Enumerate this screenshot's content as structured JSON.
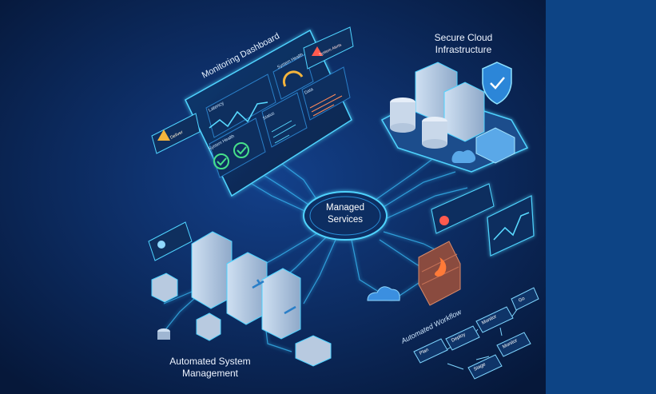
{
  "hub": {
    "line1": "Managed",
    "line2": "Services"
  },
  "cloud": {
    "line1": "Secure Cloud",
    "line2": "Infrastructure"
  },
  "system_mgmt": {
    "line1": "Automated System",
    "line2": "Management"
  },
  "dashboard": {
    "title": "Monitoring Dashboard",
    "latency": "Latency",
    "system_health": "System Health",
    "system_health_2": "System Health",
    "system_alerts": "System Alerts",
    "status": "Status",
    "data": "Data",
    "deploy_note": "Deliver"
  },
  "workflow": {
    "title": "Automated Workflow",
    "steps": {
      "plan": "Plan",
      "deploy": "Deploy",
      "monitor": "Monitor",
      "go": "Go",
      "stage": "Stage",
      "monitor2": "Monitor"
    }
  },
  "colors": {
    "background": "#0b2b5a",
    "panel": "#0d4485",
    "glow": "#39c6ff",
    "alert": "#ff5a4e",
    "warning": "#f4b43c",
    "ok": "#46e08a"
  }
}
